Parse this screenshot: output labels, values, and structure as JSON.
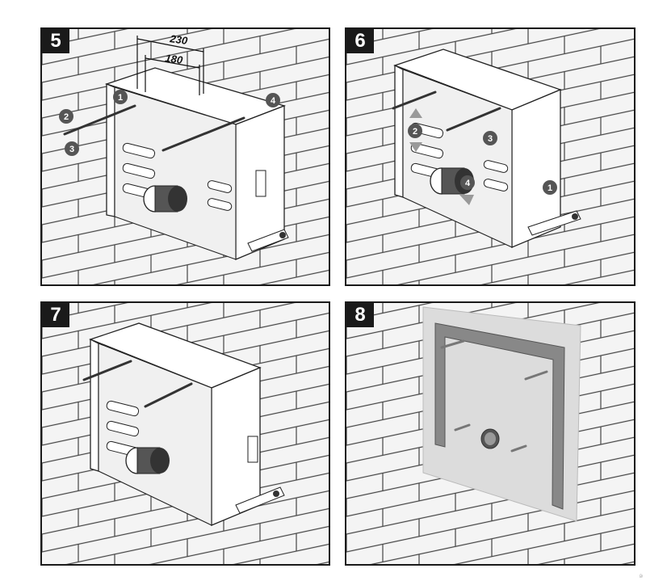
{
  "panels": [
    {
      "step": "5",
      "dim_outer": "230",
      "dim_inner": "180",
      "callouts": [
        "1",
        "2",
        "3",
        "4"
      ]
    },
    {
      "step": "6",
      "callouts": [
        "2",
        "3",
        "4",
        "1"
      ]
    },
    {
      "step": "7"
    },
    {
      "step": "8"
    }
  ],
  "side_note": "©"
}
